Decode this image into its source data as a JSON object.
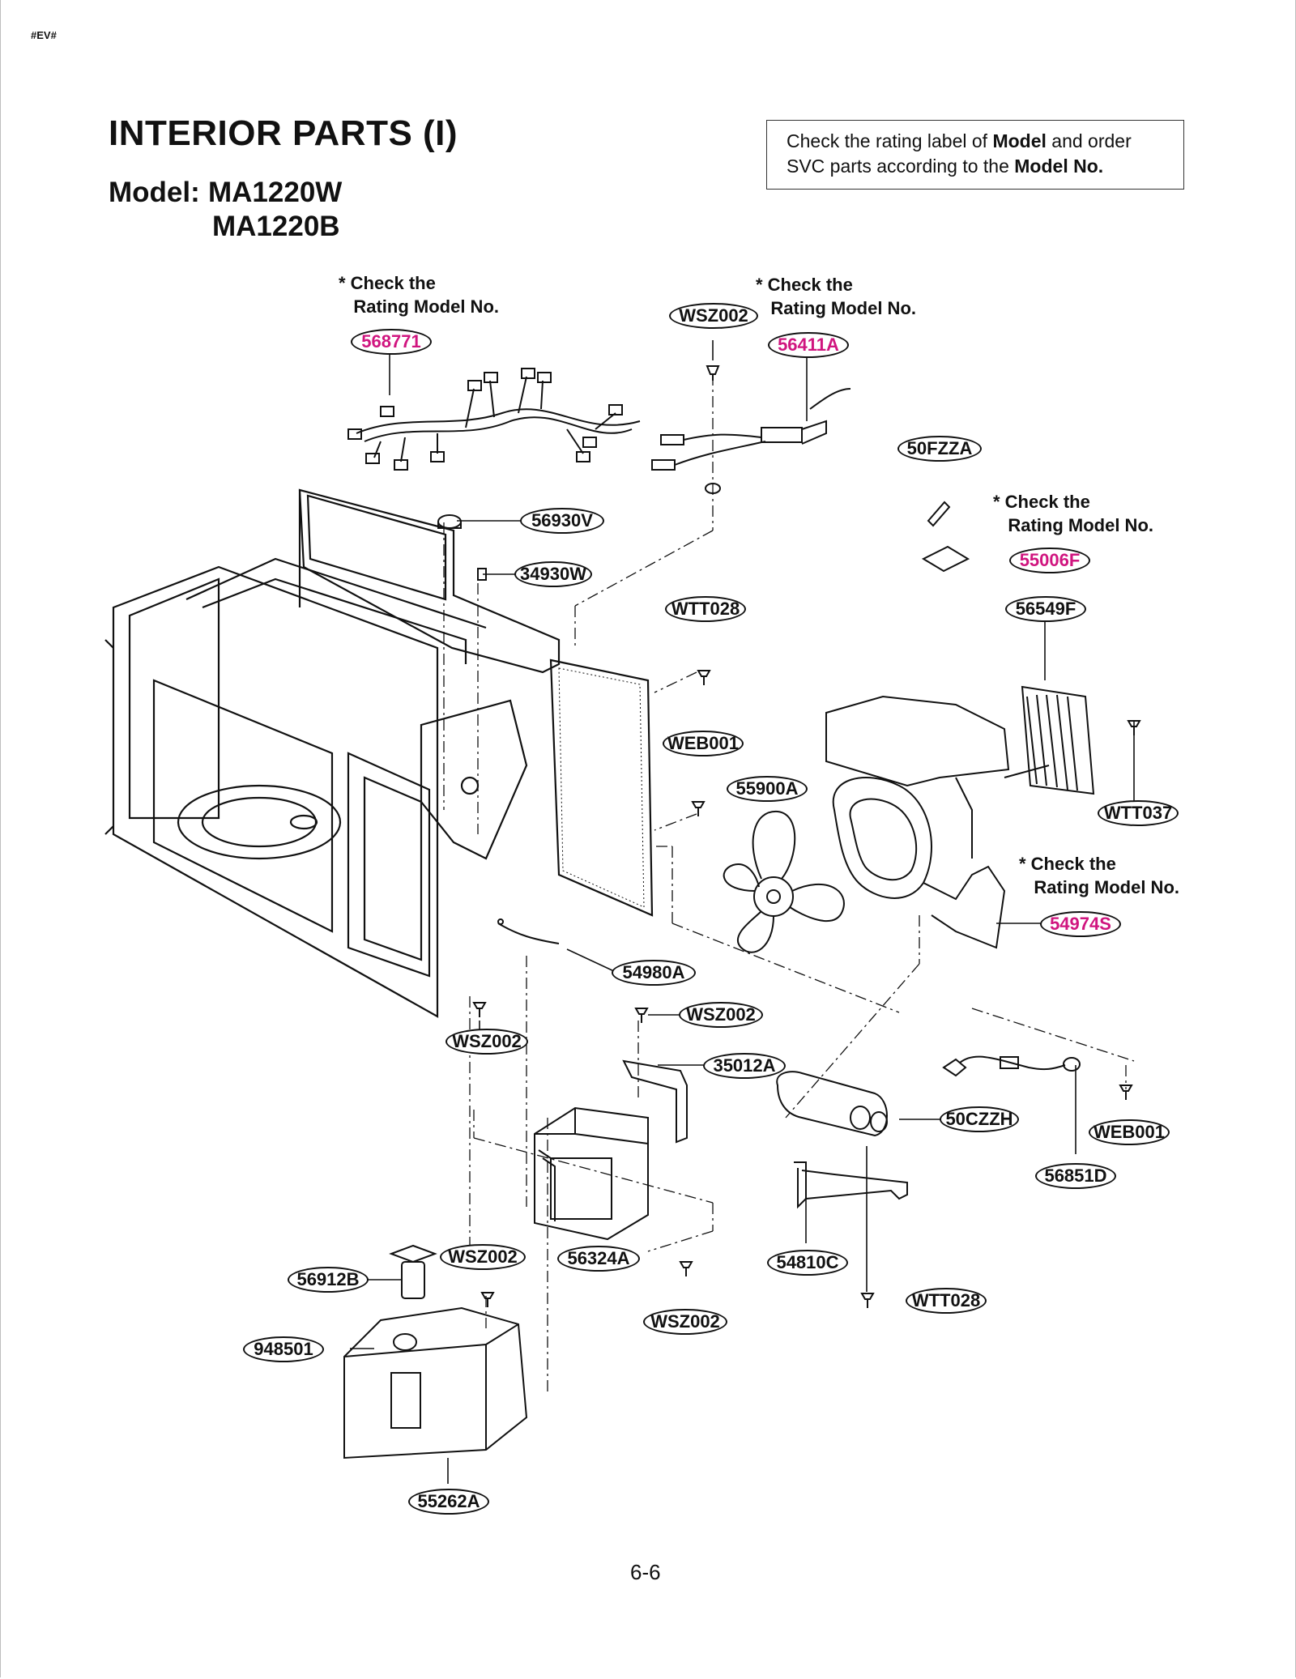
{
  "header": {
    "tag": "#EV#"
  },
  "title": "INTERIOR PARTS (I)",
  "model": {
    "label": "Model:",
    "numbers": [
      "MA1220W",
      "MA1220B"
    ]
  },
  "note": {
    "t1": "Check the rating label of ",
    "b1": "Model",
    "t2": " and order SVC parts according to the ",
    "b2": "Model No."
  },
  "check_notes": [
    "* Check the\n   Rating Model No.",
    "* Check the\n   Rating Model No.",
    "* Check the\n   Rating Model No.",
    "* Check the\n   Rating Model No."
  ],
  "parts": [
    {
      "code": "568771",
      "highlight": true
    },
    {
      "code": "WSZ002",
      "highlight": false
    },
    {
      "code": "56411A",
      "highlight": true
    },
    {
      "code": "50FZZA",
      "highlight": false
    },
    {
      "code": "56930V",
      "highlight": false
    },
    {
      "code": "34930W",
      "highlight": false
    },
    {
      "code": "55006F",
      "highlight": true
    },
    {
      "code": "WTT028",
      "highlight": false
    },
    {
      "code": "56549F",
      "highlight": false
    },
    {
      "code": "WEB001",
      "highlight": false
    },
    {
      "code": "55900A",
      "highlight": false
    },
    {
      "code": "WTT037",
      "highlight": false
    },
    {
      "code": "54974S",
      "highlight": true
    },
    {
      "code": "54980A",
      "highlight": false
    },
    {
      "code": "WSZ002",
      "highlight": false
    },
    {
      "code": "WSZ002",
      "highlight": false
    },
    {
      "code": "35012A",
      "highlight": false
    },
    {
      "code": "50CZZH",
      "highlight": false
    },
    {
      "code": "WEB001",
      "highlight": false
    },
    {
      "code": "56851D",
      "highlight": false
    },
    {
      "code": "WSZ002",
      "highlight": false
    },
    {
      "code": "56912B",
      "highlight": false
    },
    {
      "code": "56324A",
      "highlight": false
    },
    {
      "code": "54810C",
      "highlight": false
    },
    {
      "code": "WSZ002",
      "highlight": false
    },
    {
      "code": "WTT028",
      "highlight": false
    },
    {
      "code": "948501",
      "highlight": false
    },
    {
      "code": "55262A",
      "highlight": false
    }
  ],
  "highlight_color": "#d0157f",
  "page_number": "6-6"
}
